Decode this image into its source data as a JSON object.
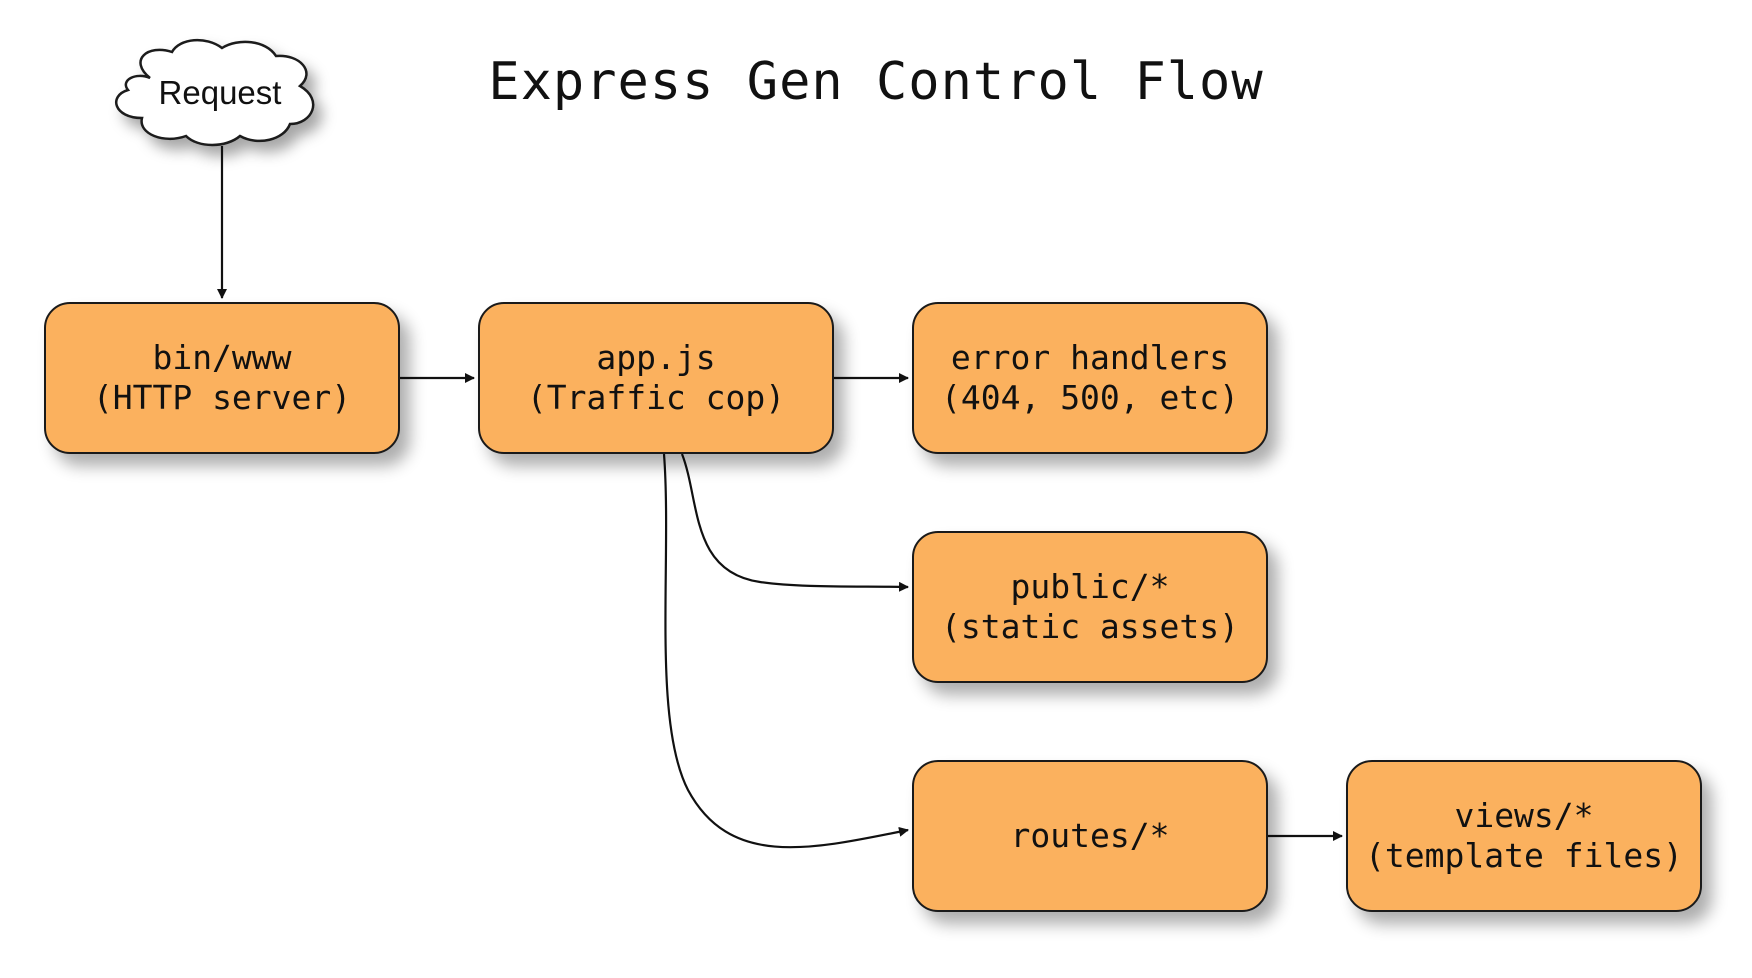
{
  "title": "Express Gen Control Flow",
  "cloud": {
    "label": "Request"
  },
  "nodes": {
    "bin": {
      "line1": "bin/www",
      "line2": "(HTTP server)"
    },
    "app": {
      "line1": "app.js",
      "line2": "(Traffic cop)"
    },
    "error": {
      "line1": "error handlers",
      "line2": "(404, 500, etc)"
    },
    "public": {
      "line1": "public/*",
      "line2": "(static assets)"
    },
    "routes": {
      "line1": "routes/*"
    },
    "views": {
      "line1": "views/*",
      "line2": "(template files)"
    }
  },
  "edges": [
    {
      "from": "Request",
      "to": "bin/www"
    },
    {
      "from": "bin/www",
      "to": "app.js"
    },
    {
      "from": "app.js",
      "to": "error handlers"
    },
    {
      "from": "app.js",
      "to": "public/*"
    },
    {
      "from": "app.js",
      "to": "routes/*"
    },
    {
      "from": "routes/*",
      "to": "views/*"
    }
  ],
  "colors": {
    "node_fill": "#fbb15e",
    "stroke": "#1a1a1a",
    "background": "#ffffff"
  }
}
